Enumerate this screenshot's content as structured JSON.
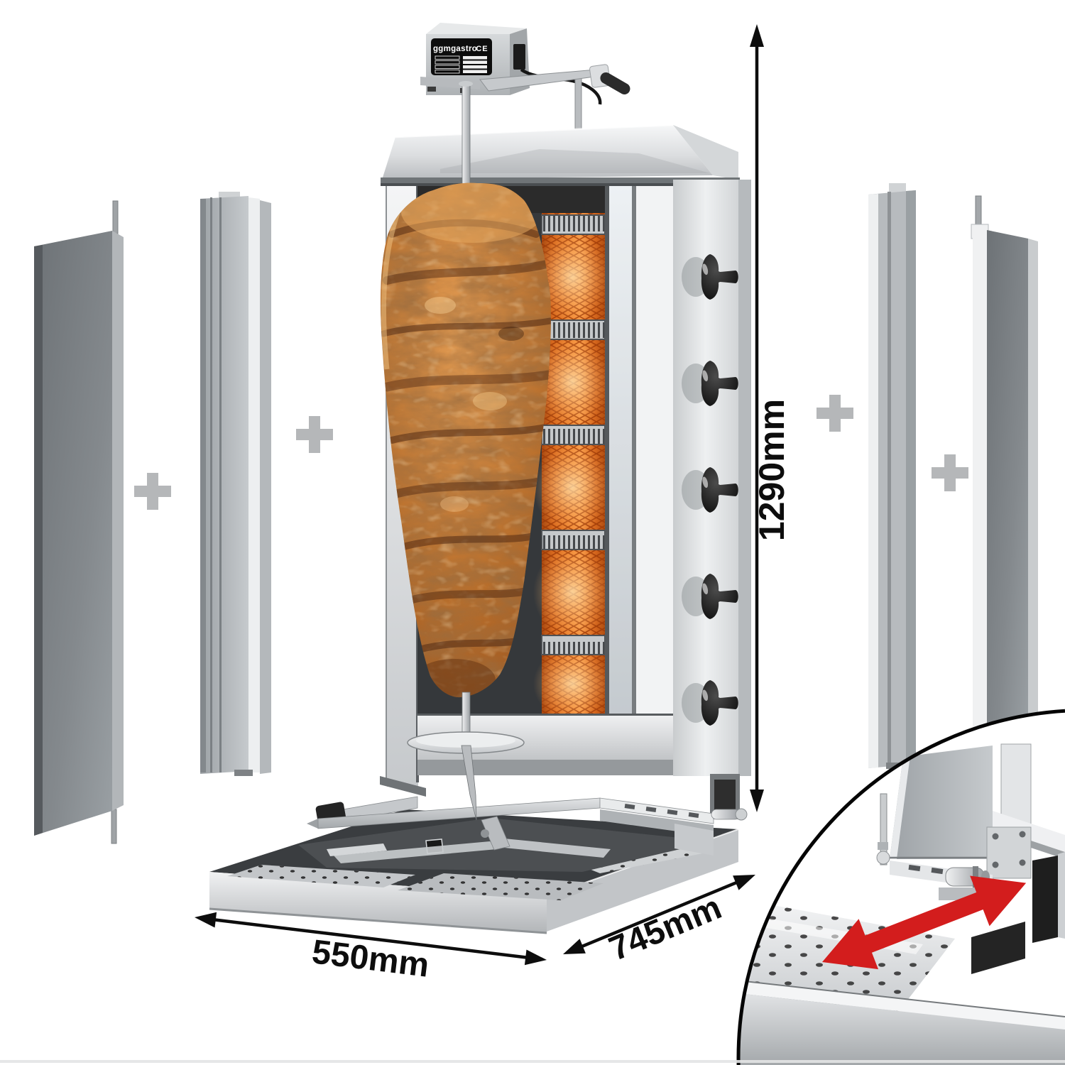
{
  "dimensions": {
    "height": "1290mm",
    "width": "550mm",
    "depth": "745mm"
  },
  "motor": {
    "brand": "ggmgastro",
    "ce_mark": "CE"
  },
  "accessories": {
    "plus_symbol": "+",
    "left_panel_count": 2,
    "right_panel_count": 2
  },
  "machine": {
    "burner_count": 5,
    "knob_count": 5
  },
  "icons": {
    "plus": "plus-icon",
    "slide_direction": "red-double-arrow-icon"
  },
  "colors": {
    "background": "#ffffff",
    "dimension_ink": "#0d0d0d",
    "plus_gray": "#b5b7b9",
    "burner_orange": "#f08a36",
    "arrow_red": "#d31d1d",
    "knob_black": "#141414",
    "steel_light": "#eceeef",
    "steel_dark": "#75797d"
  }
}
